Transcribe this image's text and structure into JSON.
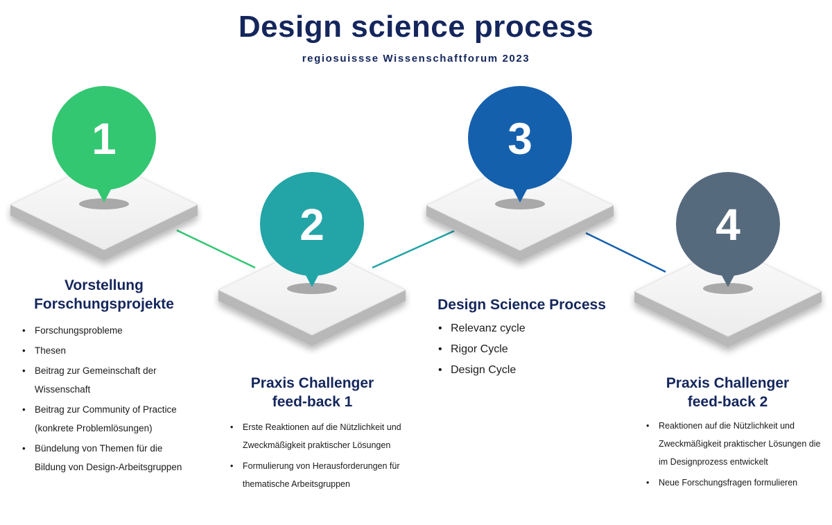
{
  "header": {
    "title": "Design science process",
    "subtitle": "regiosuissse Wissenschaftforum 2023"
  },
  "steps": [
    {
      "number": "1",
      "color": "#33c772",
      "title_line1": "Vorstellung",
      "title_line2": "Forschungsprojekte",
      "items": [
        "Forschungsprobleme",
        "Thesen",
        "Beitrag zur Gemeinschaft der Wissenschaft",
        "Beitrag zur Community of Practice (konkrete Problemlösungen)",
        "Bündelung von Themen für die Bildung von Design-Arbeitsgruppen"
      ]
    },
    {
      "number": "2",
      "color": "#23a4a7",
      "title_line1": "Praxis Challenger",
      "title_line2": "feed-back 1",
      "items": [
        "Erste Reaktionen auf die Nützlichkeit und Zweckmäßigkeit praktischer Lösungen",
        "Formulierung von Herausforderungen für thematische Arbeitsgruppen"
      ]
    },
    {
      "number": "3",
      "color": "#1560ad",
      "title_line1": "Design Science Process",
      "items": [
        "Relevanz cycle",
        "Rigor Cycle",
        "Design Cycle"
      ]
    },
    {
      "number": "4",
      "color": "#566a7e",
      "title_line1": "Praxis Challenger",
      "title_line2": "feed-back 2",
      "items": [
        "Reaktionen auf die Nützlichkeit und Zweckmäßigkeit praktischer Lösungen die im Designprozess entwickelt",
        "Neue Forschungsfragen formulieren"
      ]
    }
  ]
}
